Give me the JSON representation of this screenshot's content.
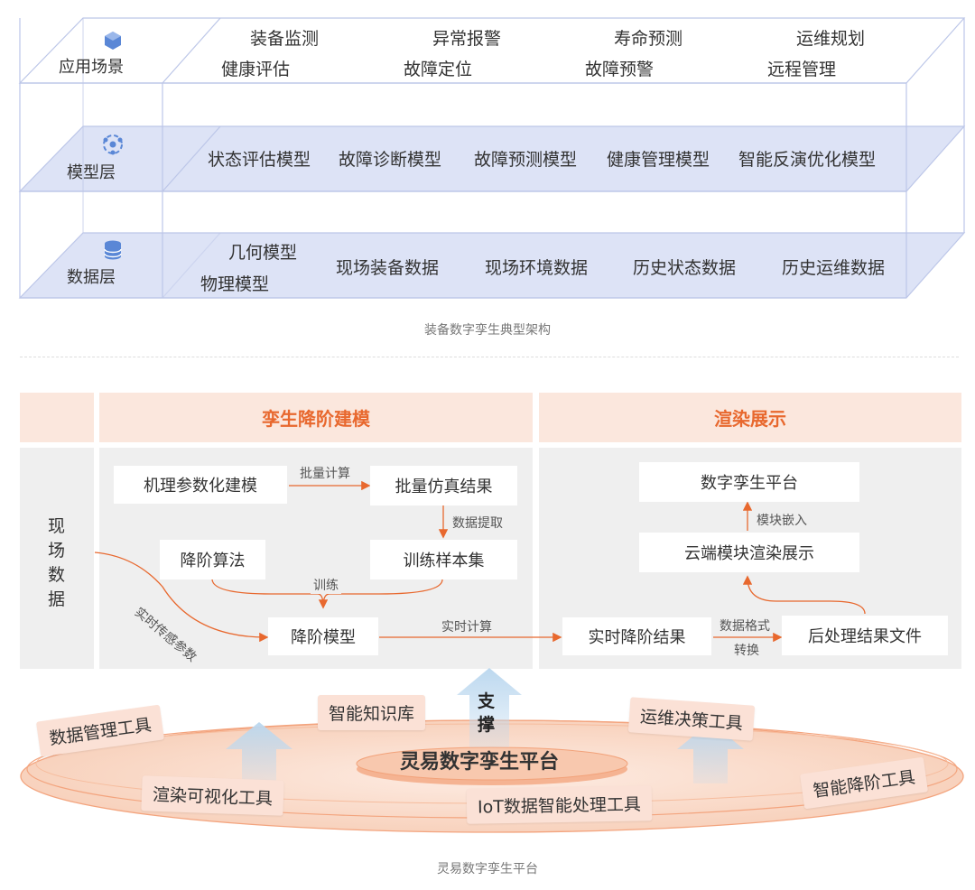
{
  "architecture": {
    "layers": {
      "app": {
        "label": "应用场景",
        "icon": "cube-icon"
      },
      "model": {
        "label": "模型层",
        "icon": "network-nodes-icon"
      },
      "data": {
        "label": "数据层",
        "icon": "database-icon"
      }
    },
    "app_row1": [
      "装备监测",
      "异常报警",
      "寿命预测",
      "运维规划"
    ],
    "app_row2": [
      "健康评估",
      "故障定位",
      "故障预警",
      "远程管理"
    ],
    "models": [
      "状态评估模型",
      "故障诊断模型",
      "故障预测模型",
      "健康管理模型",
      "智能反演优化模型"
    ],
    "data_geo": [
      "几何模型",
      "物理模型"
    ],
    "data_items": [
      "现场装备数据",
      "现场环境数据",
      "历史状态数据",
      "历史运维数据"
    ],
    "caption": "装备数字孪生典型架构",
    "colors": {
      "layer_fill": "#dde3f6",
      "layer_line": "#bcc6e8",
      "icon": "#5a87d6"
    }
  },
  "flow": {
    "headers": {
      "left": "孪生降阶建模",
      "right": "渲染展示"
    },
    "field_data": [
      "现",
      "场",
      "数",
      "据"
    ],
    "nodes": {
      "mechanism": "机理参数化建模",
      "batch_sim": "批量仿真结果",
      "reduction_alg": "降阶算法",
      "training_set": "训练样本集",
      "reduced_model": "降阶模型",
      "realtime_result": "实时降阶结果",
      "postprocess": "后处理结果文件",
      "cloud_render": "云端模块渲染展示",
      "twin_platform": "数字孪生平台"
    },
    "edges": {
      "batch_compute": "批量计算",
      "data_extract": "数据提取",
      "train": "训练",
      "realtime_sensor": "实时传感参数",
      "realtime_compute": "实时计算",
      "format_convert_1": "数据格式",
      "format_convert_2": "转换",
      "module_embed": "模块嵌入"
    },
    "colors": {
      "accent": "#e8682e",
      "header_bg": "#fbe7dd",
      "panel_bg": "#efefef"
    }
  },
  "platform": {
    "name": "灵易数字孪生平台",
    "support": [
      "支",
      "撑"
    ],
    "tools": {
      "data_mgmt": "数据管理工具",
      "knowledge": "智能知识库",
      "ops_decision": "运维决策工具",
      "render_vis": "渲染可视化工具",
      "iot": "IoT数据智能处理工具",
      "reduction": "智能降阶工具"
    },
    "caption": "灵易数字孪生平台",
    "colors": {
      "ring": "#f3a47e",
      "ring_fill": "#fbe3d6",
      "arrow": "#bcd8ef"
    }
  }
}
